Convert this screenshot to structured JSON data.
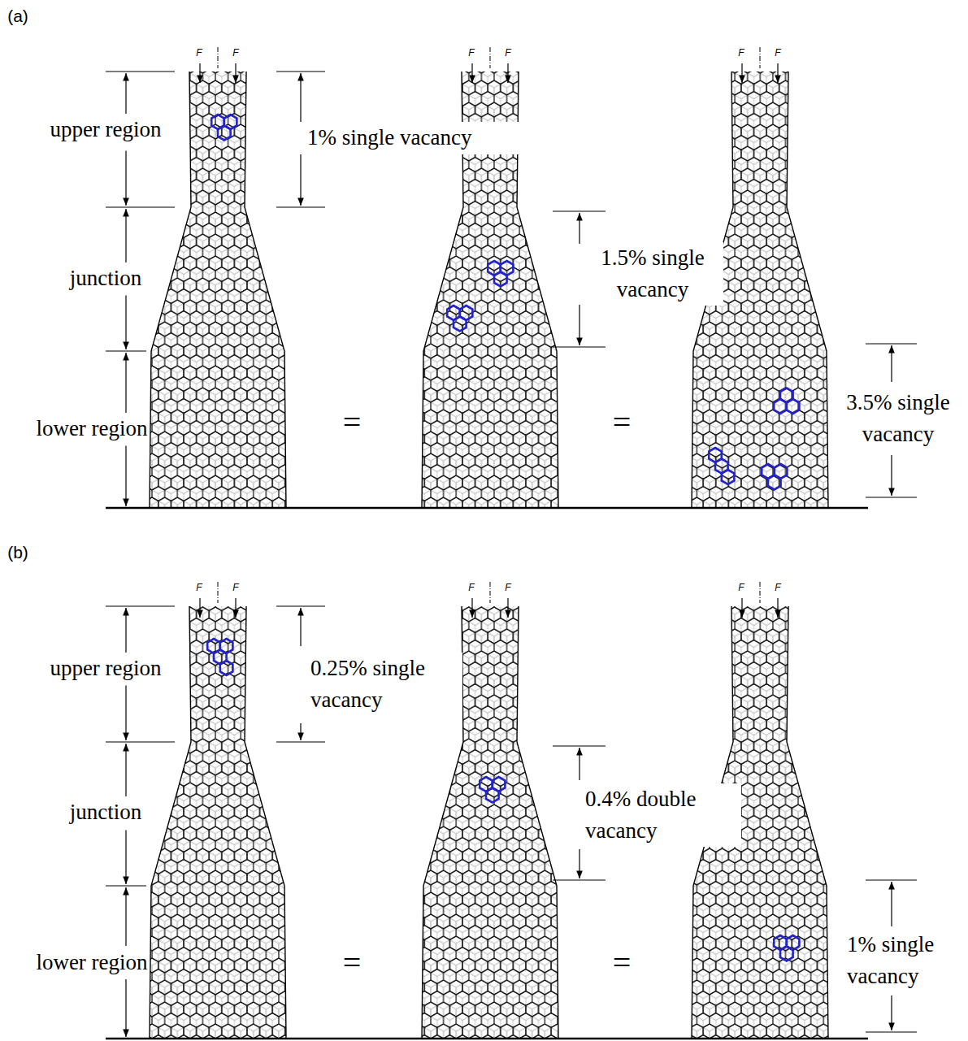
{
  "diagram": {
    "labels": [
      "(a)",
      "F",
      "F",
      "F",
      "F",
      "F",
      "F",
      "upper region",
      "junction",
      "lower region",
      "1% single vacancy",
      "1.5% single vacancy",
      "3.5% single vacancy",
      "=",
      "=",
      "(b)",
      "F",
      "F",
      "F",
      "F",
      "F",
      "F",
      "upper region",
      "junction",
      "lower region",
      "0.25% single vacancy",
      "0.4% double vacancy",
      "1% single vacancy",
      "=",
      "="
    ]
  }
}
